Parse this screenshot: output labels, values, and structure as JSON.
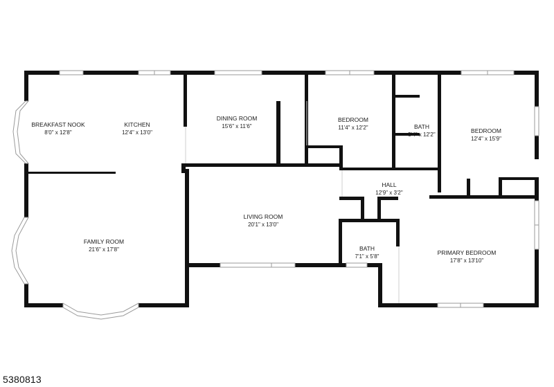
{
  "rooms": {
    "breakfast_nook": {
      "name": "BREAKFAST NOOK",
      "dims": "8'0\" x 12'8\""
    },
    "kitchen": {
      "name": "KITCHEN",
      "dims": "12'4\" x 13'0\""
    },
    "dining_room": {
      "name": "DINING ROOM",
      "dims": "15'6\" x 11'6\""
    },
    "bedroom_1": {
      "name": "BEDROOM",
      "dims": "11'4\" x 12'2\""
    },
    "bath_1": {
      "name": "BATH",
      "dims": "5'4\" x 12'2\""
    },
    "bedroom_2": {
      "name": "BEDROOM",
      "dims": "12'4\" x 15'9\""
    },
    "hall": {
      "name": "HALL",
      "dims": "12'9\" x 3'2\""
    },
    "living_room": {
      "name": "LIVING ROOM",
      "dims": "20'1\" x 13'0\""
    },
    "family_room": {
      "name": "FAMILY ROOM",
      "dims": "21'6\" x 17'8\""
    },
    "bath_2": {
      "name": "BATH",
      "dims": "7'1\" x 5'8\""
    },
    "primary_bedroom": {
      "name": "PRIMARY BEDROOM",
      "dims": "17'8\" x 13'10\""
    }
  },
  "listing_id": "5380813",
  "colors": {
    "wall": "#111111",
    "window": "#9a9a9a",
    "background": "#ffffff"
  }
}
